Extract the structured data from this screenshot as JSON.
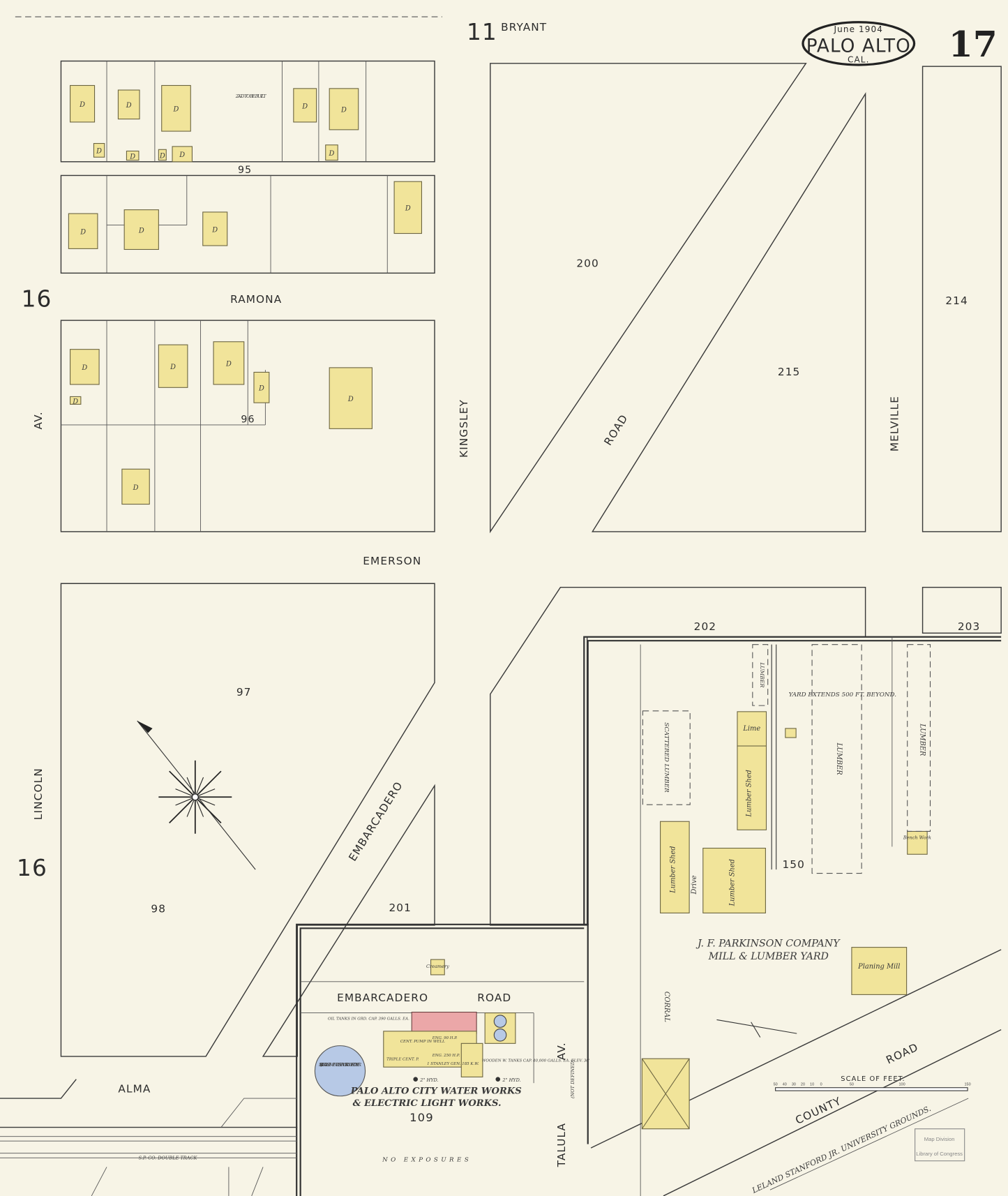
{
  "header": {
    "date": "June 1904",
    "city": "PALO ALTO",
    "state": "CAL.",
    "sheet_number": "17",
    "adjacent_sheet_left": "16",
    "adjacent_sheet_top": "11"
  },
  "streets": {
    "bryant": "BRYANT",
    "ramona": "RAMONA",
    "emerson": "EMERSON",
    "kingsley": "KINGSLEY",
    "melville": "MELVILLE",
    "lincoln": "LINCOLN",
    "lincoln_av": "AV.",
    "road": "ROAD",
    "embarcadero": "EMBARCADERO",
    "embarcadero_road": "EMBARCADERO",
    "embarcadero_road2": "ROAD",
    "alma": "ALMA",
    "talula": "TALULA",
    "talula_av": "AV.",
    "talula_note": "(NOT DEFINED)",
    "county": "COUNTY",
    "county_road": "ROAD"
  },
  "blocks": [
    "95",
    "96",
    "97",
    "98",
    "200",
    "201",
    "202",
    "203",
    "214",
    "215",
    "150",
    "109"
  ],
  "labels": {
    "to_be_built": "2-X-D TO BE BUILT",
    "creamery": "Creamery",
    "lumber_company": "J. F. PARKINSON COMPANY",
    "lumber_yard": "MILL & LUMBER YARD",
    "lumber_shed": "Lumber Shed",
    "lime": "Lime",
    "drive": "Drive",
    "planing_mill": "Planing Mill",
    "bench_work": "Bench Work",
    "scattered_lumber": "SCATTERED LUMBER",
    "lumber": "LUMBER",
    "yard_extends": "YARD EXTENDS 500 FT. BEYOND.",
    "corral": "CORRAL",
    "water_works": "PALO ALTO CITY WATER WORKS",
    "electric_works": "& ELECTRIC LIGHT WORKS.",
    "reservoir": "50,000 GALLS. CEMENT RESERVOIR ROOFED OVER",
    "oil_tanks": "OIL TANKS IN GRD. CAP. 390 GALLS. EA.",
    "cent_pump": "CENT. PUMP IN WELL",
    "triple_pump": "TRIPLE CENT. P.",
    "generator": "1 STANLEY GEN. 185 K.W.",
    "eng_90": "ENG. 90 H.P.",
    "eng_250": "ENG. 250 H.P.",
    "wooden_tanks": "WOODEN W. TANKS CAP. 40,000 GALLS. EA. ELEV. 36'",
    "hydrant": "2\" HYD.",
    "no_exposures": "NO EXPOSURES",
    "sp_track": "S.P. CO. DOUBLE TRACK",
    "stanford": "LELAND STANFORD JR. UNIVERSITY GROUNDS.",
    "scale_title": "SCALE OF FEET.",
    "scale_ticks": [
      "50",
      "40",
      "30",
      "20",
      "10",
      "0",
      "50",
      "100",
      "150"
    ],
    "dwelling": "D",
    "stamp_line1": "Map Division",
    "stamp_line2": "Library of Congress"
  },
  "colors": {
    "frame_building": "#f1e49a",
    "brick_building": "#eba7a8",
    "water": "#b7c9e6",
    "paper": "#f7f4e6"
  }
}
